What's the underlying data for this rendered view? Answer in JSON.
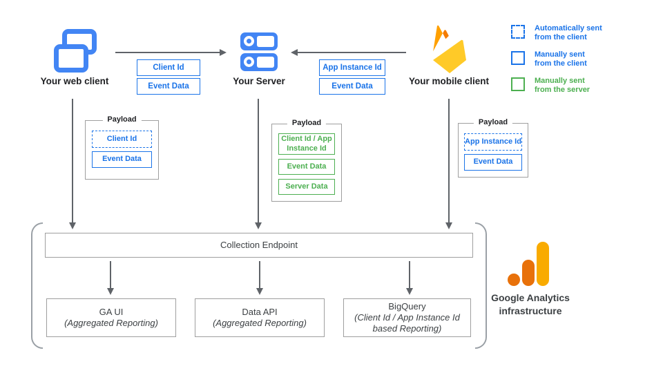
{
  "colors": {
    "blue": "#1a73e8",
    "icon_blue": "#4285f4",
    "green": "#4caf50",
    "arrow_gray": "#5f6368",
    "box_border_gray": "#9e9e9e",
    "firebase_amber": "#ffa000",
    "firebase_orange": "#f57c00",
    "firebase_yellow": "#ffca28",
    "ga_logo_orange": "#e8710a",
    "ga_logo_amber": "#f9ab00"
  },
  "clients": {
    "web": {
      "label": "Your web client"
    },
    "server": {
      "label": "Your Server"
    },
    "mobile": {
      "label": "Your mobile client"
    }
  },
  "flows": {
    "web_to_server": {
      "params": [
        {
          "label": "Client Id"
        },
        {
          "label": "Event Data"
        }
      ]
    },
    "mobile_to_server": {
      "params": [
        {
          "label": "App Instance Id"
        },
        {
          "label": "Event Data"
        }
      ]
    }
  },
  "legend": {
    "items": [
      {
        "line1": "Automatically sent",
        "line2": "from the client",
        "style": "dashed-blue"
      },
      {
        "line1": "Manually sent",
        "line2": "from the client",
        "style": "solid-blue"
      },
      {
        "line1": "Manually sent",
        "line2": "from the server",
        "style": "solid-green"
      }
    ]
  },
  "payloads": {
    "web": {
      "title": "Payload",
      "items": [
        {
          "label": "Client Id"
        },
        {
          "label": "Event Data"
        }
      ]
    },
    "server": {
      "title": "Payload",
      "items": [
        {
          "label": "Client Id / App Instance Id"
        },
        {
          "label": "Event Data"
        },
        {
          "label": "Server Data"
        }
      ]
    },
    "mobile": {
      "title": "Payload",
      "items": [
        {
          "label": "App Instance Id"
        },
        {
          "label": "Event Data"
        }
      ]
    }
  },
  "infrastructure": {
    "endpoint_label": "Collection Endpoint",
    "outputs": [
      {
        "title": "GA UI",
        "subtitle": "(Aggregated Reporting)"
      },
      {
        "title": "Data API",
        "subtitle": "(Aggregated Reporting)"
      },
      {
        "title": "BigQuery",
        "subtitle": "(Client Id / App Instance Id based Reporting)"
      }
    ],
    "caption_line1": "Google Analytics",
    "caption_line2": "infrastructure"
  }
}
